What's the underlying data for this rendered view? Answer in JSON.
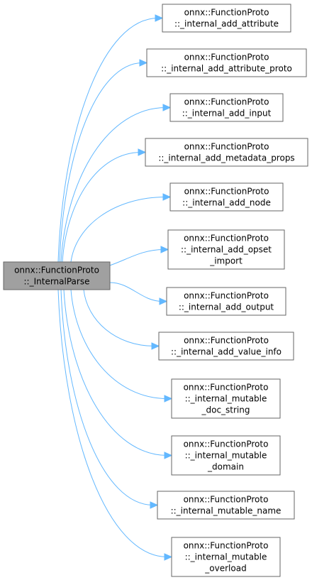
{
  "diagram": {
    "type": "call-graph",
    "root": {
      "id": "internal_parse",
      "lines": [
        "onnx::FunctionProto",
        "::_InternalParse"
      ]
    },
    "callees": [
      {
        "id": "add_attribute",
        "lines": [
          "onnx::FunctionProto",
          "::_internal_add_attribute"
        ]
      },
      {
        "id": "add_attribute_proto",
        "lines": [
          "onnx::FunctionProto",
          "::_internal_add_attribute_proto"
        ]
      },
      {
        "id": "add_input",
        "lines": [
          "onnx::FunctionProto",
          "::_internal_add_input"
        ]
      },
      {
        "id": "add_metadata_props",
        "lines": [
          "onnx::FunctionProto",
          "::_internal_add_metadata_props"
        ]
      },
      {
        "id": "add_node",
        "lines": [
          "onnx::FunctionProto",
          "::_internal_add_node"
        ]
      },
      {
        "id": "add_opset_import",
        "lines": [
          "onnx::FunctionProto",
          "::_internal_add_opset",
          "_import"
        ]
      },
      {
        "id": "add_output",
        "lines": [
          "onnx::FunctionProto",
          "::_internal_add_output"
        ]
      },
      {
        "id": "add_value_info",
        "lines": [
          "onnx::FunctionProto",
          "::_internal_add_value_info"
        ]
      },
      {
        "id": "mutable_doc_string",
        "lines": [
          "onnx::FunctionProto",
          "::_internal_mutable",
          "_doc_string"
        ]
      },
      {
        "id": "mutable_domain",
        "lines": [
          "onnx::FunctionProto",
          "::_internal_mutable",
          "_domain"
        ]
      },
      {
        "id": "mutable_name",
        "lines": [
          "onnx::FunctionProto",
          "::_internal_mutable_name"
        ]
      },
      {
        "id": "mutable_overload",
        "lines": [
          "onnx::FunctionProto",
          "::_internal_mutable",
          "_overload"
        ]
      }
    ],
    "colors": {
      "root_fill": "#a0a0a0",
      "node_fill": "#ffffff",
      "node_border": "#666666",
      "edge": "#63b8ff"
    }
  }
}
